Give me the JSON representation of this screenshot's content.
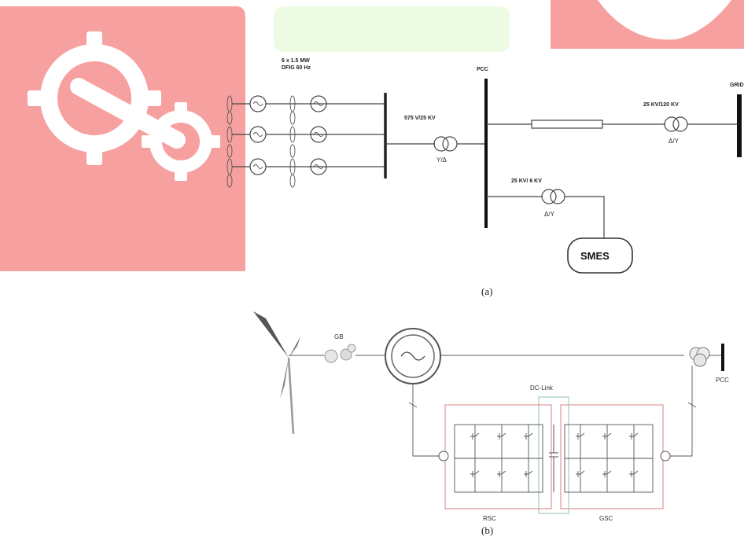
{
  "colors": {
    "watermark_red": "#f7a0a0",
    "watermark_green": "#eefbe3",
    "panel_box": "#d98080",
    "dc_link_box": "#8fc1b5",
    "line": "#444444"
  },
  "watermark": {
    "icon": "gears-icon"
  },
  "diagram_a": {
    "wind_farm_label_1": "6 x 1.5 MW",
    "wind_farm_label_2": "DFIG 60 Hz",
    "pcc_label": "PCC",
    "transformer_1_label": "575 V/25 KV",
    "transformer_1_winding": "Y/Δ",
    "line_transformer_label": "25 KV/120 KV",
    "line_transformer_winding": "Δ/Y",
    "grid_label": "GRID",
    "smes_transformer_label": "25 KV/ 6 KV",
    "smes_transformer_winding": "Δ/Y",
    "smes_label": "SMES",
    "caption": "(a)"
  },
  "diagram_b": {
    "gearbox_label": "GB",
    "dc_link_label": "DC-Link",
    "pcc_label": "PCC",
    "rsc_label": "RSC",
    "gsc_label": "GSC",
    "caption": "(b)"
  }
}
